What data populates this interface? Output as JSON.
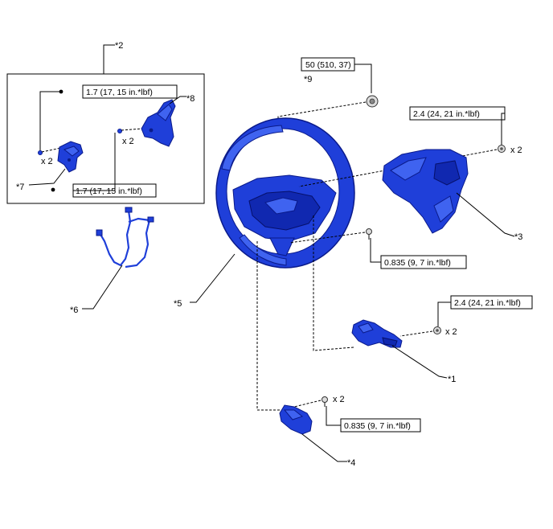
{
  "callouts": {
    "c1": "*1",
    "c2": "*2",
    "c3": "*3",
    "c4": "*4",
    "c5": "*5",
    "c6": "*6",
    "c7": "*7",
    "c8": "*8",
    "c9": "*9"
  },
  "torques": {
    "t_paddle_upper": "1.7 (17, 15 in.*lbf)",
    "t_paddle_lower": "1.7 (17, 15 in.*lbf)",
    "t_nut": "50 (510, 37)",
    "t_cover": "2.4 (24, 21 in.*lbf)",
    "t_mid": "0.835 (9, 7 in.*lbf)",
    "t_switch": "2.4 (24, 21 in.*lbf)",
    "t_lower": "0.835 (9, 7 in.*lbf)"
  },
  "quantities": {
    "q_paddle_left": "x 2",
    "q_paddle_right": "x 2",
    "q_cover": "x 2",
    "q_switch": "x 2",
    "q_lower": "x 2"
  },
  "colors": {
    "part_fill": "#1f3fd9",
    "part_outline": "#0a1a8a"
  }
}
